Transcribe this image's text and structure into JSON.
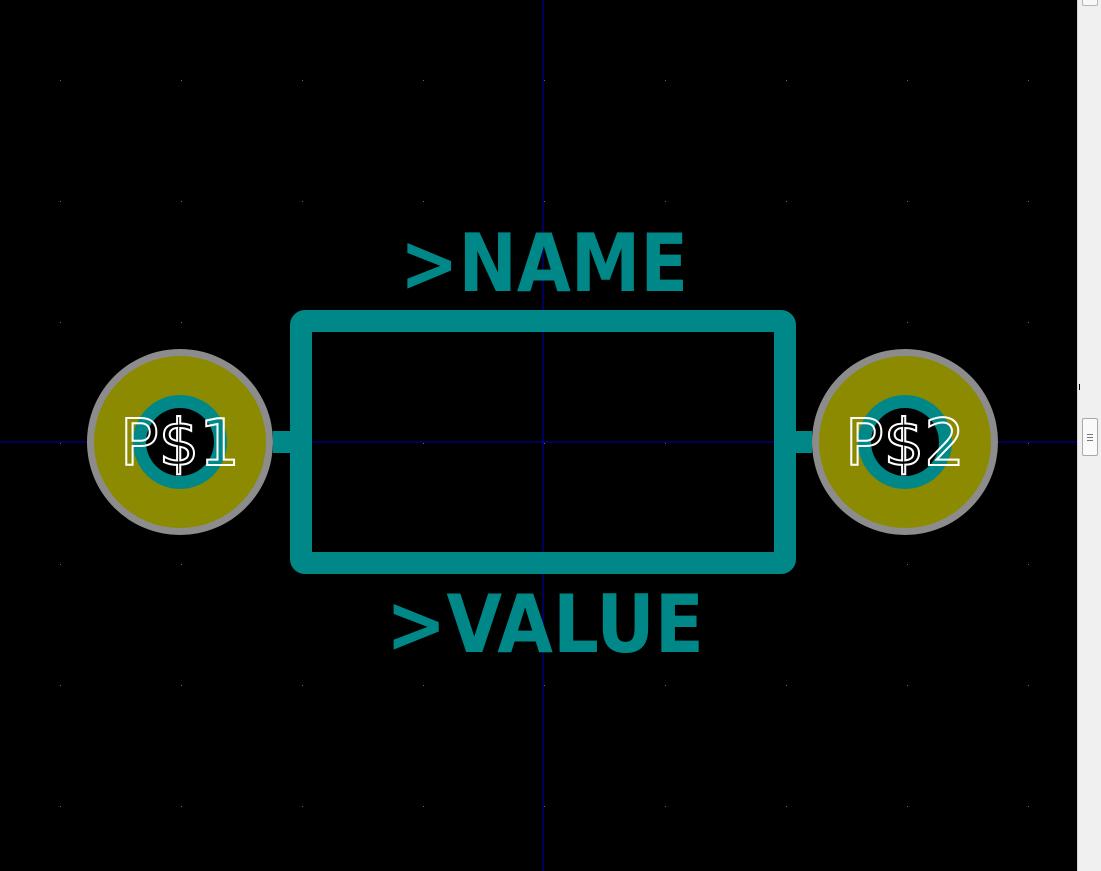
{
  "colors": {
    "background": "#000000",
    "grid_dot": "#6a6a6a",
    "axis": "#0000b4",
    "outline": "#008888",
    "pad_copper": "#8b8a00",
    "pad_ring": "#8c8c8c",
    "drill_ring": "#008888",
    "pad_label": "#ffffff"
  },
  "footprint": {
    "name_label": ">NAME",
    "value_label": ">VALUE",
    "pads": [
      {
        "label": "P$1"
      },
      {
        "label": "P$2"
      }
    ]
  },
  "scrollbar": {
    "orientation": "vertical"
  }
}
